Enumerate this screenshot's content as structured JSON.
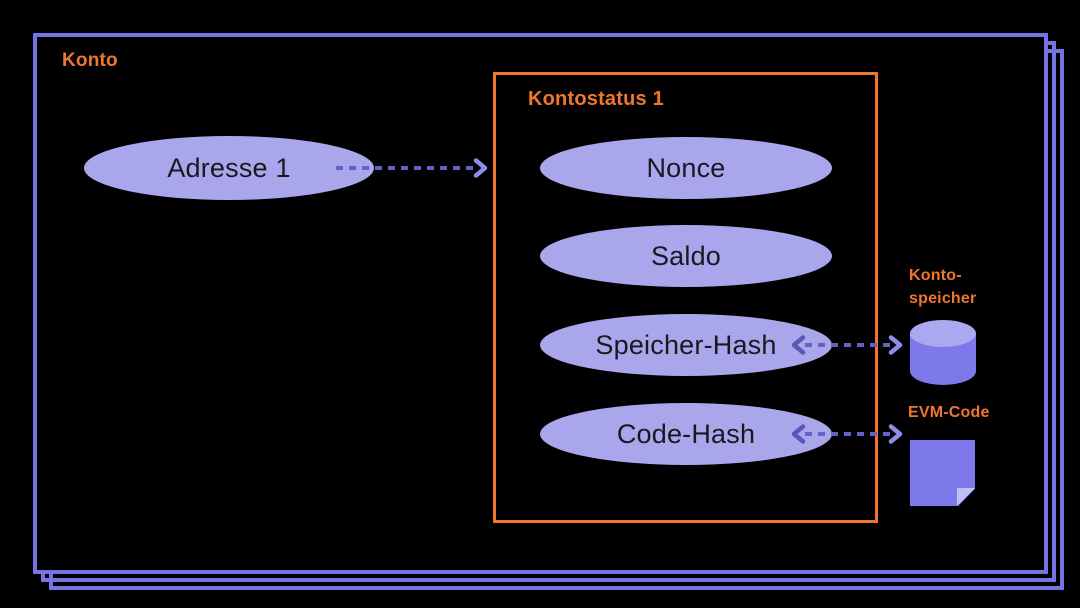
{
  "diagram": {
    "outer_label": "Konto",
    "address_label": "Adresse 1",
    "status": {
      "title": "Kontostatus 1",
      "fields": [
        "Nonce",
        "Saldo",
        "Speicher-Hash",
        "Code-Hash"
      ]
    },
    "storage_label": "Konto-\nspeicher",
    "evm_label": "EVM-Code"
  },
  "colors": {
    "background": "#000000",
    "frame_purple": "#7674e4",
    "accent_orange": "#f0762d",
    "ellipse_fill": "#a9a6ec",
    "ellipse_text": "#18181f",
    "icon_fill": "#7d79ea",
    "icon_top_light": "#aaa8f0",
    "icon_fold_light": "#bdc1f4",
    "arrow_dash": "#6562c6",
    "arrow_head_light": "#8f8be8",
    "arrow_head_dark": "#5b57b8"
  }
}
